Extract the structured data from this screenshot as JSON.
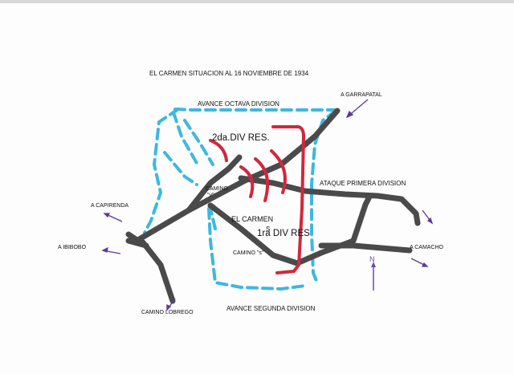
{
  "title": "EL CARMEN SITUACION AL 16 NOVIEMBRE DE 1934",
  "labels": {
    "avance_octava": "AVANCE OCTAVA DIVISION",
    "segunda_div_res": "2da.DIV RES.",
    "a_garrapatal": "A GARRAPATAL",
    "camino_v": "CAMINO",
    "camino_v_mark": "\"v\"",
    "ataque_primera": "ATAQUE PRIMERA DIVISION",
    "a_capirenda": "A CAPIRENDA",
    "el_carmen": "EL CARMEN",
    "primera_div_res": "1ra DIV RES",
    "s_mark": "S",
    "a_ibibobo": "A IBIBOBO",
    "camino_s": "CAMINO \"s\"",
    "a_camacho": "A CAMACHO",
    "camino_lobrego": "CAMINO LOBREGO",
    "avance_segunda": "AVANCE SEGUNDA DIVISION",
    "north_n": "N"
  },
  "colors": {
    "roads": "#4a4a4a",
    "advance": "#3cb8e0",
    "reserves": "#d0283c",
    "arrows": "#5a3a9a",
    "north": "#6a4ab0"
  }
}
